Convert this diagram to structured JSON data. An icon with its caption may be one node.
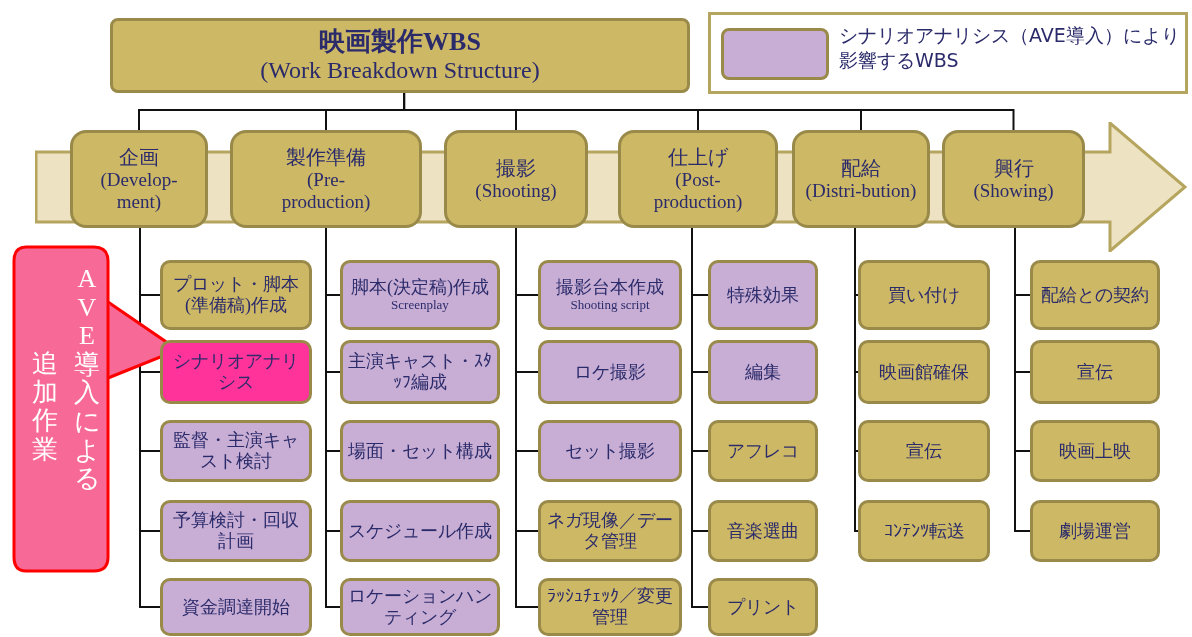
{
  "diagram": {
    "nodes": [
      {
        "text": [
          "映画製作WBS",
          "(Work Breakdown Structure)"
        ]
      },
      {
        "text": [],
        "shape": "arrow"
      },
      {
        "text": [
          "企画",
          "(Develop-ment)"
        ],
        "in": 1
      },
      {
        "text": [
          "製作準備",
          "(Pre-production)"
        ],
        "in": 1
      },
      {
        "text": [
          "撮影",
          "(Shooting)"
        ],
        "in": 1
      },
      {
        "text": [
          "仕上げ",
          "(Post-production)"
        ],
        "in": 1
      },
      {
        "text": [
          "配給",
          "(Distri-bution)"
        ],
        "in": 1
      },
      {
        "text": [
          "興行",
          "(Showing)"
        ],
        "in": 1
      },
      {
        "text": [
          "プロット・脚本(準備稿)作成"
        ]
      },
      {
        "text": [
          "シナリオアナリシス"
        ]
      },
      {
        "text": [
          "監督・主演キャスト検討"
        ]
      },
      {
        "text": [
          "予算検討・回収計画"
        ]
      },
      {
        "text": [
          "資金調達開始"
        ]
      },
      {
        "text": [
          "脚本(決定稿)作成",
          "Screenplay"
        ]
      },
      {
        "text": [
          "主演キャスト・ｽﾀｯﾌ編成"
        ]
      },
      {
        "text": [
          "場面・セット構成"
        ]
      },
      {
        "text": [
          "スケジュール作成"
        ]
      },
      {
        "text": [
          "ロケーションハンティング"
        ]
      },
      {
        "text": [
          "撮影台本作成",
          "Shooting script"
        ]
      },
      {
        "text": [
          "ロケ撮影"
        ]
      },
      {
        "text": [
          "セット撮影"
        ]
      },
      {
        "text": [
          "ネガ現像／データ管理"
        ]
      },
      {
        "text": [
          "ﾗｯｼｭﾁｪｯｸ／変更管理"
        ]
      },
      {
        "text": [
          "特殊効果"
        ]
      },
      {
        "text": [
          "編集"
        ]
      },
      {
        "text": [
          "アフレコ"
        ]
      },
      {
        "text": [
          "音楽選曲"
        ]
      },
      {
        "text": [
          "プリント"
        ]
      },
      {
        "text": [
          "買い付け"
        ]
      },
      {
        "text": [
          "映画館確保"
        ]
      },
      {
        "text": [
          "宣伝"
        ]
      },
      {
        "text": [
          "ｺﾝﾃﾝﾂ転送"
        ]
      },
      {
        "text": [
          "配給との契約"
        ]
      },
      {
        "text": [
          "宣伝"
        ]
      },
      {
        "text": [
          "映画上映"
        ]
      },
      {
        "text": [
          "劇場運営"
        ]
      },
      {
        "text": [
          "追加作業",
          "AVE導入による"
        ]
      }
    ],
    "edges": [
      {
        "from": 0,
        "to": 2,
        "arrow": "none"
      },
      {
        "from": 0,
        "to": 3,
        "arrow": "none"
      },
      {
        "from": 0,
        "to": 4,
        "arrow": "none"
      },
      {
        "from": 0,
        "to": 5,
        "arrow": "none"
      },
      {
        "from": 0,
        "to": 6,
        "arrow": "none"
      },
      {
        "from": 0,
        "to": 7,
        "arrow": "none"
      },
      {
        "from": 2,
        "to": 8,
        "arrow": "none"
      },
      {
        "from": 2,
        "to": 9,
        "arrow": "none"
      },
      {
        "from": 2,
        "to": 10,
        "arrow": "none"
      },
      {
        "from": 2,
        "to": 11,
        "arrow": "none"
      },
      {
        "from": 2,
        "to": 12,
        "arrow": "none"
      },
      {
        "from": 3,
        "to": 13,
        "arrow": "none"
      },
      {
        "from": 3,
        "to": 14,
        "arrow": "none"
      },
      {
        "from": 3,
        "to": 15,
        "arrow": "none"
      },
      {
        "from": 3,
        "to": 16,
        "arrow": "none"
      },
      {
        "from": 3,
        "to": 17,
        "arrow": "none"
      },
      {
        "from": 4,
        "to": 18,
        "arrow": "none"
      },
      {
        "from": 4,
        "to": 19,
        "arrow": "none"
      },
      {
        "from": 4,
        "to": 20,
        "arrow": "none"
      },
      {
        "from": 4,
        "to": 21,
        "arrow": "none"
      },
      {
        "from": 4,
        "to": 22,
        "arrow": "none"
      },
      {
        "from": 5,
        "to": 23,
        "arrow": "none"
      },
      {
        "from": 5,
        "to": 24,
        "arrow": "none"
      },
      {
        "from": 5,
        "to": 25,
        "arrow": "none"
      },
      {
        "from": 5,
        "to": 26,
        "arrow": "none"
      },
      {
        "from": 5,
        "to": 27,
        "arrow": "none"
      },
      {
        "from": 6,
        "to": 28,
        "arrow": "none"
      },
      {
        "from": 6,
        "to": 29,
        "arrow": "none"
      },
      {
        "from": 6,
        "to": 30,
        "arrow": "none"
      },
      {
        "from": 6,
        "to": 31,
        "arrow": "none"
      },
      {
        "from": 7,
        "to": 32,
        "arrow": "none"
      },
      {
        "from": 7,
        "to": 33,
        "arrow": "none"
      },
      {
        "from": 7,
        "to": 34,
        "arrow": "none"
      },
      {
        "from": 7,
        "to": 35,
        "arrow": "none"
      }
    ],
    "legend": [
      {
        "text": "シナリオアナリシス（AVE導入）により影響するWBS",
        "color": "#c8aed4"
      }
    ]
  }
}
